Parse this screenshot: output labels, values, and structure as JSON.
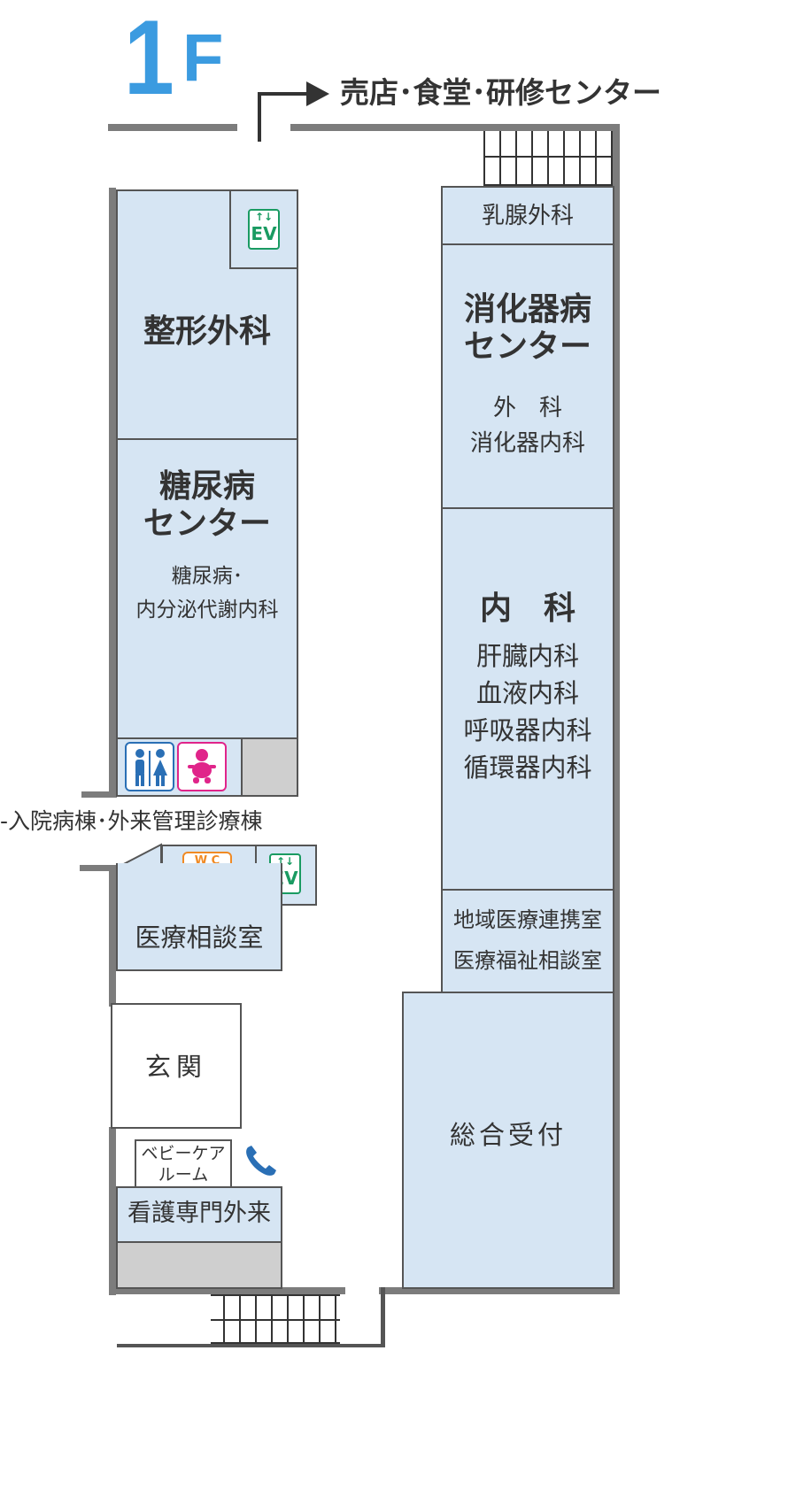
{
  "floor": {
    "number": "1",
    "suffix": "F"
  },
  "direction_sign": {
    "text": "売店･食堂･研修センター"
  },
  "side_exit": {
    "text": "-入院病棟･外来管理診療棟"
  },
  "rooms": {
    "breast_surgery": "乳腺外科",
    "digestive_center": {
      "title_line1": "消化器病",
      "title_line2": "センター",
      "sub_line1": "外　科",
      "sub_line2": "消化器内科"
    },
    "internal_medicine": {
      "title": "内　科",
      "sub": [
        "肝臓内科",
        "血液内科",
        "呼吸器内科",
        "循環器内科"
      ]
    },
    "regional_liaison": {
      "line1": "地域医療連携室",
      "line2": "医療福祉相談室"
    },
    "general_reception": "総合受付",
    "orthopedics": "整形外科",
    "diabetes_center": {
      "title_line1": "糖尿病",
      "title_line2": "センター",
      "sub_line1": "糖尿病･",
      "sub_line2": "内分泌代謝内科"
    },
    "medical_consultation": "医療相談室",
    "entrance": "玄関",
    "baby_care": {
      "line1": "ベビーケア",
      "line2": "ルーム"
    },
    "nursing_outpatient": "看護専門外来"
  },
  "icons": {
    "elevator_label": "EV",
    "elevator_arrow": "↑↓",
    "accessible_toilet_letters": "W C",
    "restroom_icon": "restroom-icon",
    "baby_changing_icon": "baby-changing-icon",
    "wheelchair_icon": "wheelchair-icon",
    "phone_icon": "phone-icon"
  },
  "colors": {
    "room_fill": "#d6e5f3",
    "floor_number": "#3b9be0",
    "elevator": "#1a9b62",
    "restroom": "#2a6fb5",
    "baby": "#e0248a",
    "accessible": "#f08a24",
    "phone": "#2a6fb5"
  }
}
